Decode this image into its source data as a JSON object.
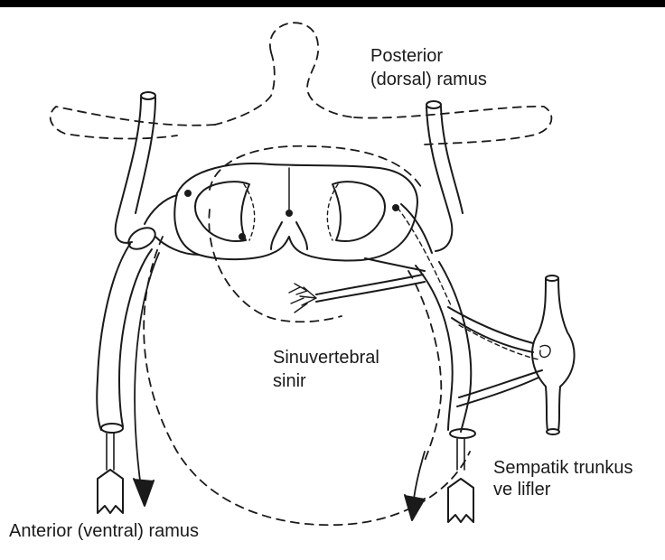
{
  "labels": {
    "posterior": [
      "Posterior",
      "(dorsal) ramus"
    ],
    "sinuvertebral": [
      "Sinuvertebral",
      "sinir"
    ],
    "sympathetic": [
      "Sempatik trunkus",
      "ve lifler"
    ],
    "anterior": "Anterior (ventral) ramus"
  },
  "colors": {
    "ink": "#1a1a1a",
    "paper": "#ffffff",
    "rule": "#000000"
  }
}
